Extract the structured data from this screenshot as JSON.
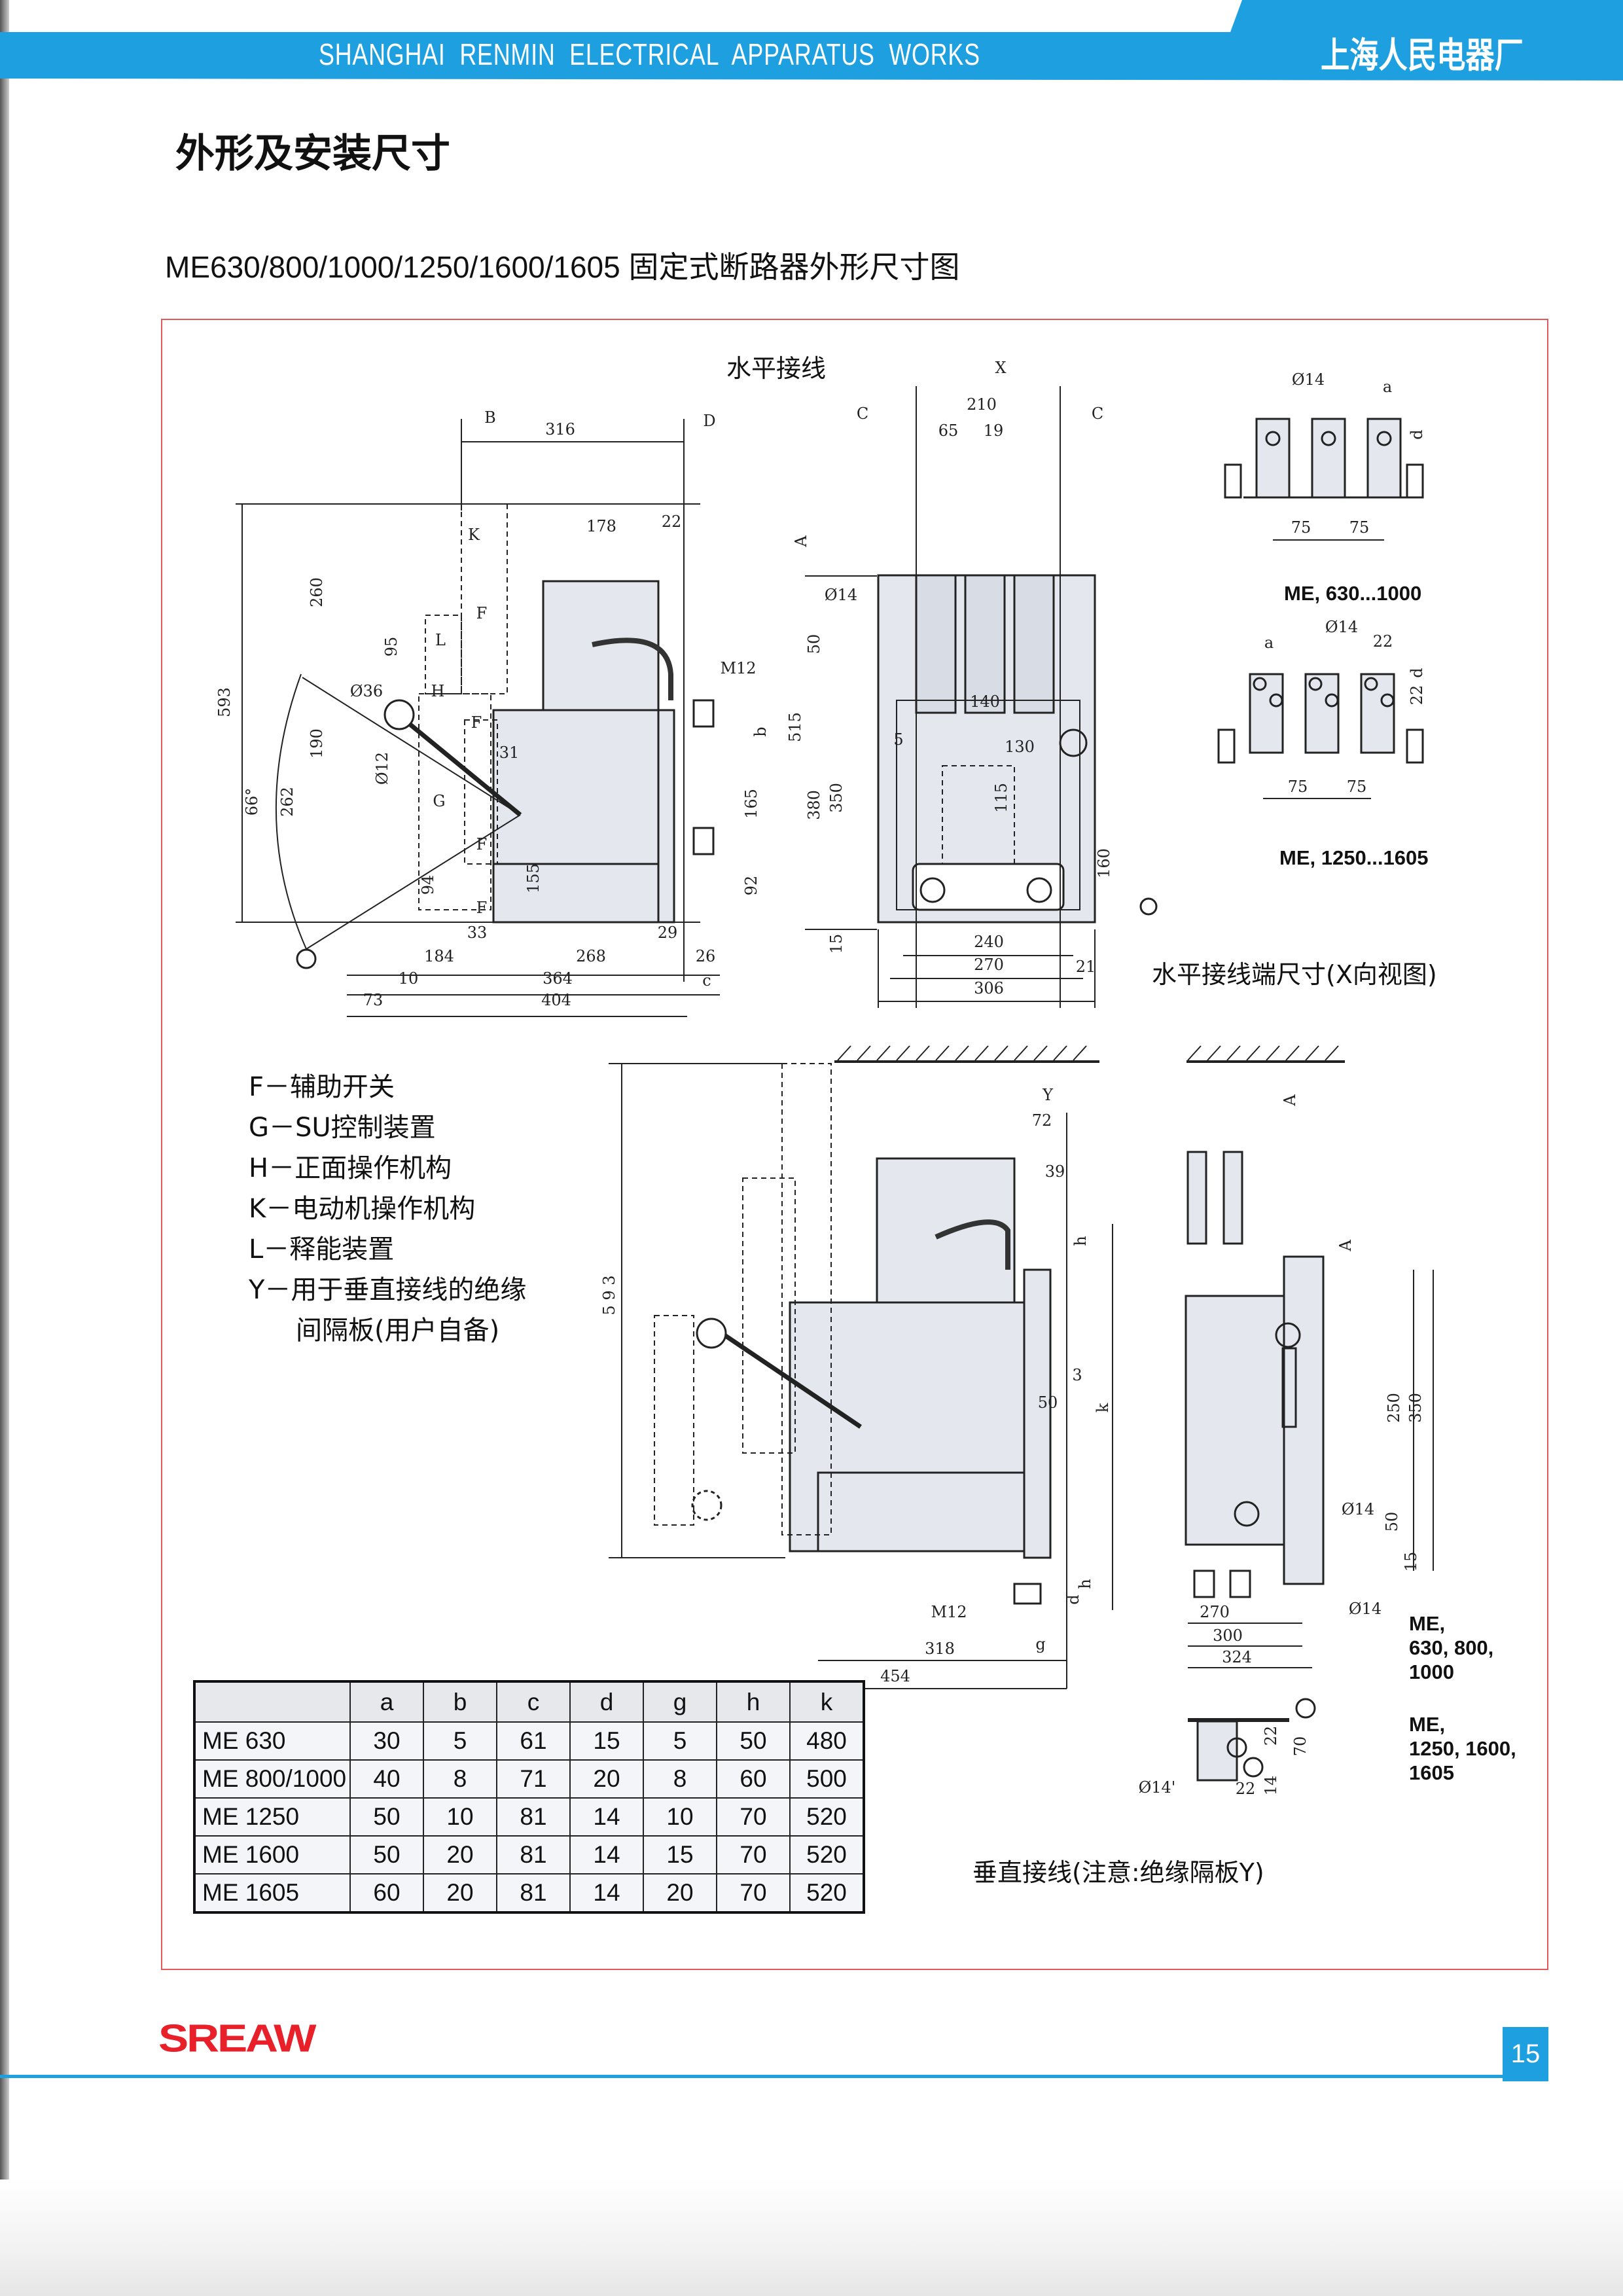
{
  "header": {
    "company_en": "SHANGHAI  RENMIN  ELECTRICAL  APPARATUS  WORKS",
    "company_cn": "上海人民电器厂",
    "brand_color": "#1ea0e0"
  },
  "page_title": "外形及安装尺寸",
  "subtitle": "ME630/800/1000/1250/1600/1605 固定式断路器外形尺寸图",
  "captions": {
    "horizontal_wiring": "水平接线",
    "horizontal_terminal": "水平接线端尺寸(X向视图)",
    "vertical_wiring": "垂直接线(注意:绝缘隔板Y)",
    "model_630_1000": "ME, 630...1000",
    "model_1250_1605": "ME, 1250...1605",
    "vertical_note_1": [
      "ME,",
      "630, 800,",
      "1000"
    ],
    "vertical_note_2": [
      "ME,",
      "1250, 1600,",
      "1605"
    ]
  },
  "legend": [
    "F－辅助开关",
    "G－SU控制装置",
    "H－正面操作机构",
    "K－电动机操作机构",
    "L－释能装置",
    "Y－用于垂直接线的绝缘",
    "间隔板(用户自备)"
  ],
  "dims": {
    "side": [
      "B",
      "316",
      "D",
      "178",
      "22",
      "593",
      "260",
      "95",
      "190",
      "262",
      "66°",
      "Ø36",
      "Ø12",
      "31",
      "155",
      "165",
      "92",
      "M12",
      "b",
      "94",
      "33",
      "29",
      "184",
      "268",
      "26",
      "10",
      "364",
      "c",
      "73",
      "404",
      "K",
      "L",
      "H",
      "G",
      "F",
      "F",
      "F",
      "F"
    ],
    "front": [
      "X",
      "210",
      "C",
      "C",
      "65",
      "19",
      "A",
      "Ø14",
      "50",
      "515",
      "380",
      "350",
      "140",
      "130",
      "115",
      "5",
      "160",
      "15",
      "240",
      "270",
      "21",
      "306"
    ],
    "terminal1": [
      "Ø14",
      "a",
      "d",
      "75",
      "75"
    ],
    "terminal2": [
      "a",
      "Ø14",
      "22",
      "d",
      "22",
      "75",
      "75"
    ],
    "vertical": [
      "Y",
      "72",
      "39",
      "h",
      "5 9 3",
      "3",
      "50",
      "k",
      "M12",
      "d",
      "h",
      "g",
      "318",
      "454"
    ],
    "vertical_side": [
      "A",
      "A",
      "250",
      "350",
      "Ø14",
      "50",
      "15",
      "Ø14",
      "270",
      "300",
      "324"
    ],
    "vertical_detail": [
      "22",
      "70",
      "14",
      "22",
      "Ø14'"
    ]
  },
  "table": {
    "headers": [
      "",
      "a",
      "b",
      "c",
      "d",
      "g",
      "h",
      "k"
    ],
    "rows": [
      [
        "ME 630",
        "30",
        "5",
        "61",
        "15",
        "5",
        "50",
        "480"
      ],
      [
        "ME 800/1000",
        "40",
        "8",
        "71",
        "20",
        "8",
        "60",
        "500"
      ],
      [
        "ME 1250",
        "50",
        "10",
        "81",
        "14",
        "10",
        "70",
        "520"
      ],
      [
        "ME 1600",
        "50",
        "20",
        "81",
        "14",
        "15",
        "70",
        "520"
      ],
      [
        "ME 1605",
        "60",
        "20",
        "81",
        "14",
        "20",
        "70",
        "520"
      ]
    ]
  },
  "footer": {
    "logo": "SREAW",
    "page_number": "15",
    "logo_color": "#e8202a"
  }
}
